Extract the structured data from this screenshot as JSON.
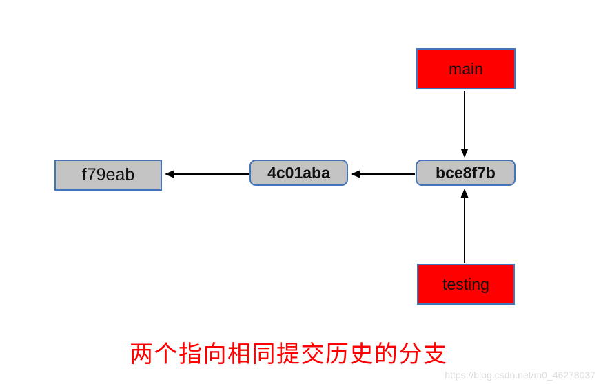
{
  "diagram": {
    "branches": [
      {
        "label": "main"
      },
      {
        "label": "testing"
      }
    ],
    "commits": [
      {
        "label": "f79eab"
      },
      {
        "label": "4c01aba"
      },
      {
        "label": "bce8f7b"
      }
    ],
    "edges": [
      {
        "from": "main",
        "to": "bce8f7b"
      },
      {
        "from": "testing",
        "to": "bce8f7b"
      },
      {
        "from": "bce8f7b",
        "to": "4c01aba"
      },
      {
        "from": "4c01aba",
        "to": "f79eab"
      }
    ],
    "caption": "两个指向相同提交历史的分支",
    "watermark": "https://blog.csdn.net/m0_46278037",
    "colors": {
      "branch_fill": "#ff0000",
      "commit_fill": "#c3c3c3",
      "box_border": "#4374b9",
      "arrow": "#000000",
      "caption": "#ff0000",
      "watermark": "#dcdcdc"
    }
  }
}
